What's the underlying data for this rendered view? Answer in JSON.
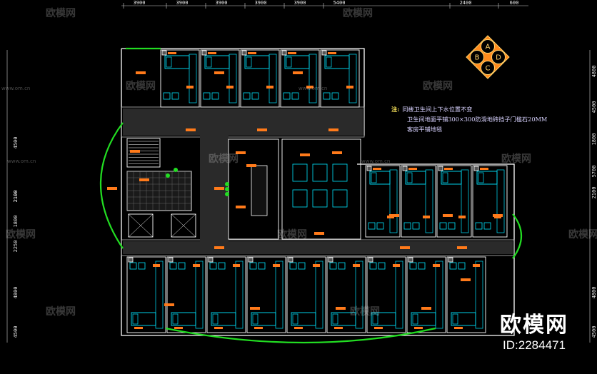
{
  "dimensions": {
    "top": [
      "3900",
      "3900",
      "3900",
      "3900",
      "3900",
      "5400",
      "2400",
      "600"
    ],
    "left": [
      "2100",
      "4500",
      "2100",
      "1800",
      "2250",
      "4800",
      "4500"
    ],
    "right": [
      "4800",
      "4500",
      "1800",
      "5700",
      "2100",
      "4800",
      "4500"
    ]
  },
  "notes": {
    "label": "注:",
    "line1": "同楼卫生间上下水位置不变",
    "line2": "卫生间地面平铺300×300防滑地砖挡子门槛石20MM",
    "line3": "客房平铺地毯"
  },
  "compass": {
    "a": "A",
    "b": "B",
    "c": "C",
    "d": "D"
  },
  "watermarks": {
    "text": "欧模网",
    "url": "www.om.cn"
  },
  "brand": {
    "name": "欧模网",
    "id": "ID:2284471"
  },
  "colors": {
    "wall": "#ffffff",
    "furniture": "#00e5ff",
    "label": "#ff7a1a",
    "curtain": "#22dd22",
    "dim": "#e8e8e8",
    "note": "#d8d2ff"
  }
}
